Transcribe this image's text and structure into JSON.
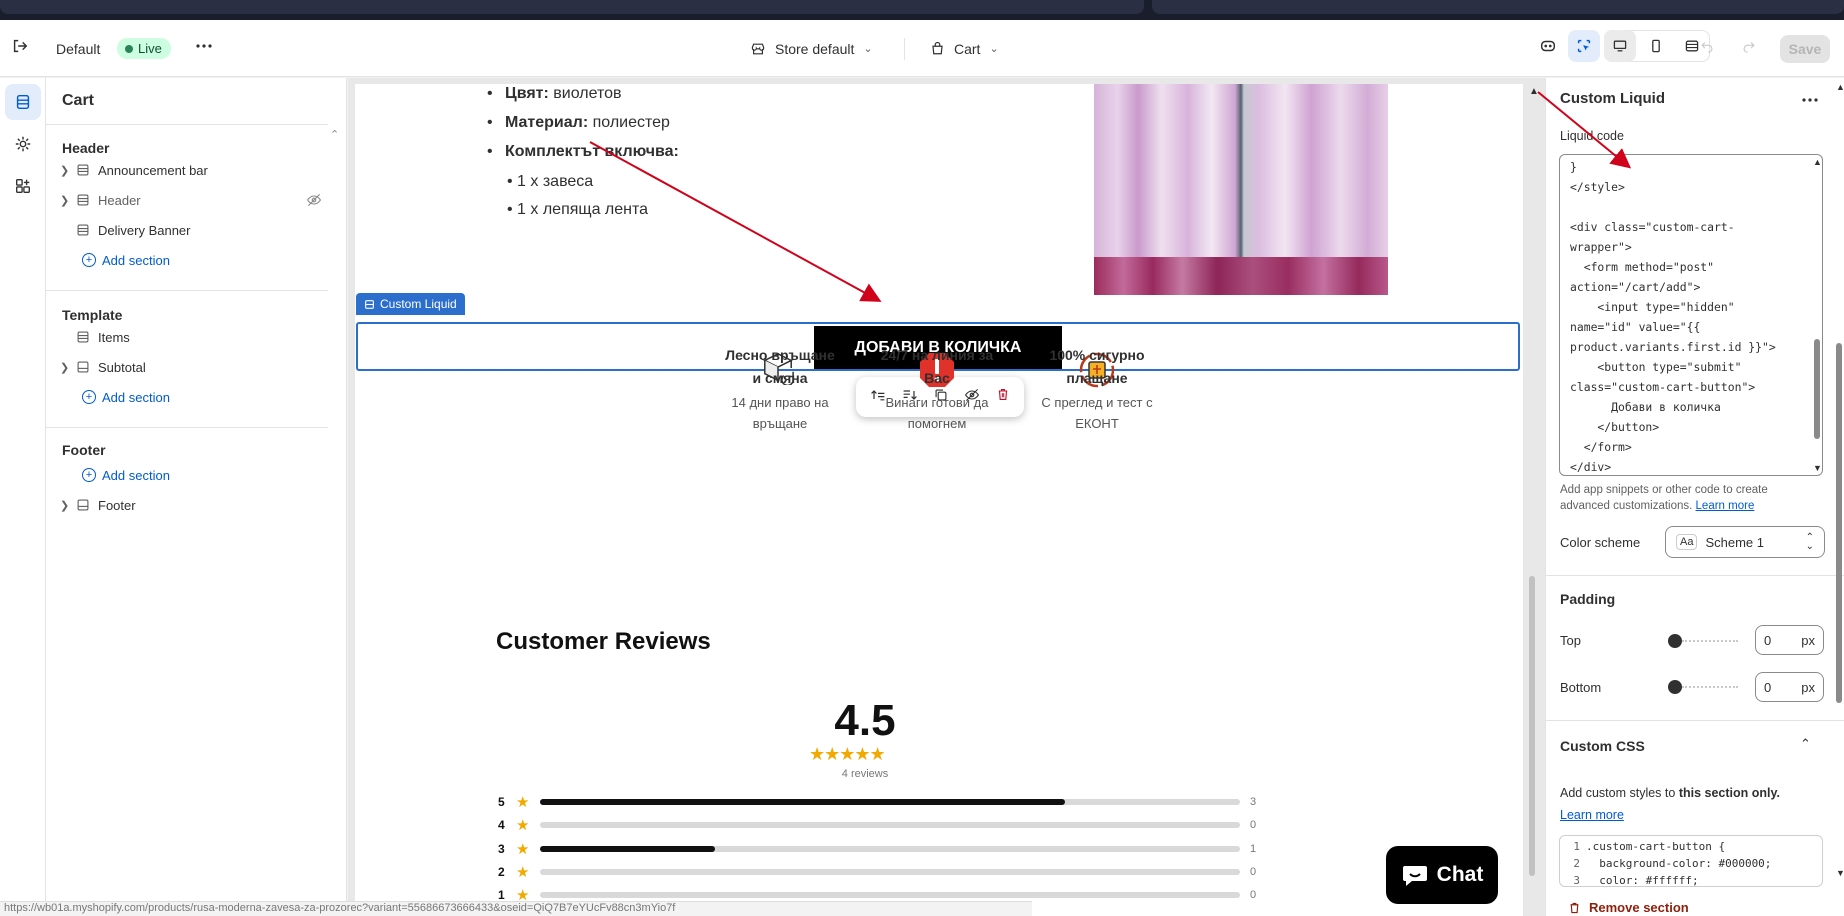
{
  "topbar": {
    "theme_name": "Default",
    "status": "Live",
    "store": "Store default",
    "page": "Cart",
    "save": "Save"
  },
  "left_panel": {
    "title": "Cart",
    "header_group": "Header",
    "header_items": [
      "Announcement bar",
      "Header",
      "Delivery Banner"
    ],
    "add_section": "Add section",
    "template_group": "Template",
    "template_items": [
      "Items",
      "Subtotal"
    ],
    "footer_group": "Footer",
    "footer_items": [
      "Footer"
    ]
  },
  "preview": {
    "specs": [
      {
        "label": "Цвят:",
        "value": " виолетов"
      },
      {
        "label": "Материал:",
        "value": " полиестер"
      },
      {
        "label": "Комплектът включва:",
        "value": ""
      }
    ],
    "kit": [
      "• 1 x завеса",
      "• 1 x лепяща лента"
    ],
    "section_tag": "Custom Liquid",
    "cart_button": "ДОБАВИ В КОЛИЧКА",
    "features": [
      {
        "title": "Лесно връщане и смяна",
        "desc": "14 дни право на връщане"
      },
      {
        "title": "24/7 на линия за Вас",
        "desc": "Винаги готови да помогнем"
      },
      {
        "title": "100% сигурно плащане",
        "desc": "С преглед и тест с ЕКОНТ"
      }
    ],
    "reviews_title": "Customer Reviews",
    "rating": "4.5",
    "stars": "★★★★★",
    "reviews_count": "4 reviews",
    "breakdown": [
      {
        "stars": "5",
        "fraction": 0.75,
        "count": "3"
      },
      {
        "stars": "4",
        "fraction": 0,
        "count": "0"
      },
      {
        "stars": "3",
        "fraction": 0.25,
        "count": "1"
      },
      {
        "stars": "2",
        "fraction": 0,
        "count": "0"
      },
      {
        "stars": "1",
        "fraction": 0,
        "count": "0"
      }
    ],
    "chat": "Chat",
    "status_url": "https://wb01a.myshopify.com/products/rusa-moderna-zavesa-za-prozorec?variant=55686673666433&oseid=QiQ7B7eYUcFv88cn3mYio7f"
  },
  "right_panel": {
    "title": "Custom Liquid",
    "liquid_label": "Liquid code",
    "code": "}\n</style>\n\n<div class=\"custom-cart-\nwrapper\">\n  <form method=\"post\"\naction=\"/cart/add\">\n    <input type=\"hidden\"\nname=\"id\" value=\"{{\nproduct.variants.first.id }}\">\n    <button type=\"submit\"\nclass=\"custom-cart-button\">\n      Добави в количка\n    </button>\n  </form>\n</div>",
    "help_text": "Add app snippets or other code to create advanced customizations. ",
    "learn_more": "Learn more",
    "color_scheme_label": "Color scheme",
    "color_scheme_value": "Scheme 1",
    "padding_heading": "Padding",
    "top_label": "Top",
    "top_value": "0",
    "bottom_label": "Bottom",
    "bottom_value": "0",
    "unit": "px",
    "custom_css_heading": "Custom CSS",
    "css_help_prefix": "Add custom styles to ",
    "css_help_bold": "this section only.",
    "css_learn_more": "Learn more",
    "css_line_numbers": "1\n2\n3",
    "css_code": ".custom-cart-button {\n  background-color: #000000;\n  color: #ffffff;",
    "remove_section": "Remove section"
  },
  "colors": {
    "accent": "#005bd3",
    "selection": "#2c6ecb",
    "annotation_arrow": "#d0021b",
    "star": "#f2a900",
    "live_badge": "#cdfee1"
  }
}
